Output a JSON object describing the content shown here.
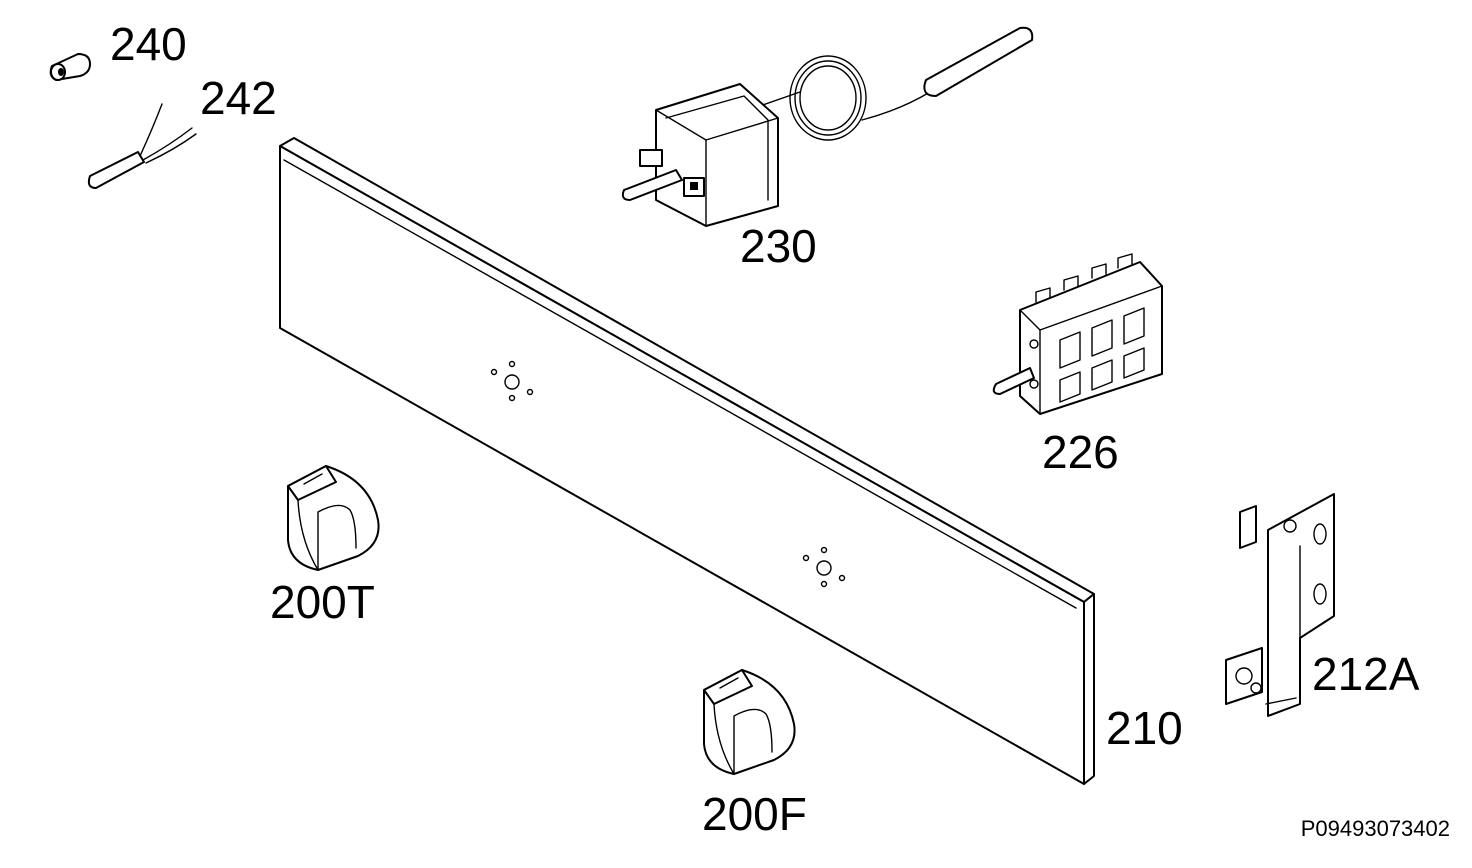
{
  "diagram": {
    "reference": "P09493073402",
    "labels": {
      "p240": "240",
      "p242": "242",
      "p230": "230",
      "p226": "226",
      "p210": "210",
      "p212A": "212A",
      "p200T": "200T",
      "p200F": "200F"
    }
  }
}
